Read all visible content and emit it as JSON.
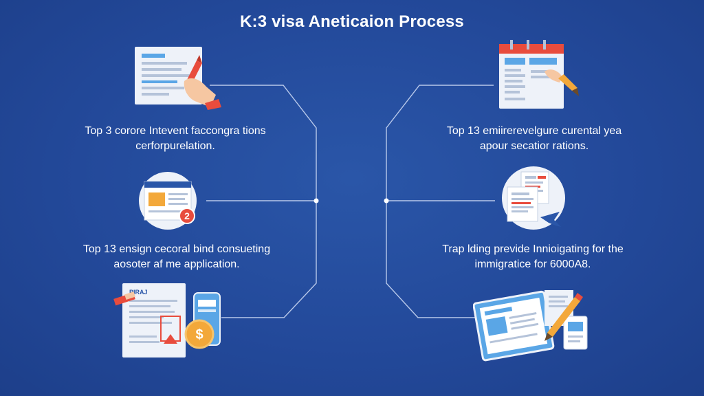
{
  "title": "K:3 visa Aneticaion Process",
  "steps_left": [
    {
      "line1": "Top 3 corore Intevent faccongra tions",
      "line2": "cerforpurelation.",
      "icon": "document-hand-pencil-icon"
    },
    {
      "line1": "Top 13 ensign cecoral bind consueting",
      "line2": "aosoter af me application.",
      "icon": "webpage-badge-icon",
      "badge": "2"
    },
    {
      "icon": "form-phone-coin-icon",
      "form_label": "PIRAJ",
      "coin_symbol": "$"
    }
  ],
  "steps_right": [
    {
      "line1": "Top 13 emiirerevelgure curental yea",
      "line2": "apour secatior rations.",
      "icon": "calendar-pencil-icon"
    },
    {
      "line1": "Trap lding previde Innioigating for the",
      "line2": "immigratice for 6000A8.",
      "icon": "documents-airplane-icon"
    },
    {
      "icon": "tablet-pencil-icon"
    }
  ],
  "colors": {
    "background": "#23499a",
    "line": "#c9d6f2",
    "accent_red": "#e84c3d",
    "accent_orange": "#f3a83a",
    "accent_blue": "#5aa6e6"
  }
}
